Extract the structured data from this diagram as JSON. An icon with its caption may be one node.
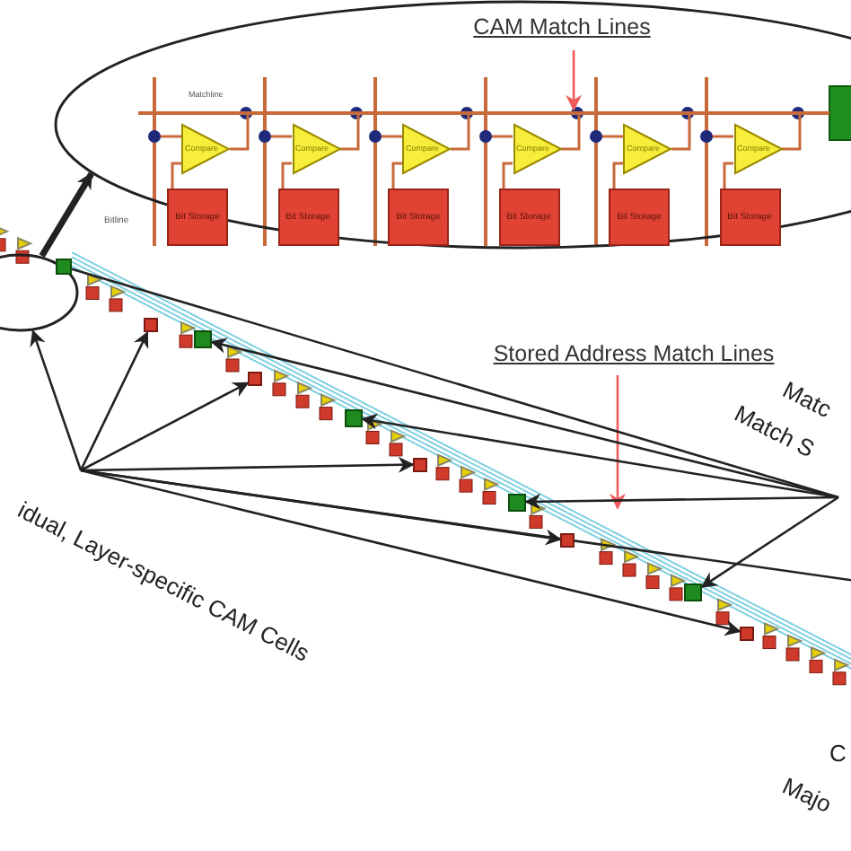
{
  "diagram": {
    "nodes": [
      {
        "text": [],
        "shape": "ellipse"
      },
      {
        "text": [
          "CAM Match Lines"
        ],
        "in": 0
      },
      {
        "text": [
          "Compare"
        ],
        "in": 0
      },
      {
        "text": [
          "Compare"
        ],
        "in": 0
      },
      {
        "text": [
          "Compare"
        ],
        "in": 0
      },
      {
        "text": [
          "Compare"
        ],
        "in": 0
      },
      {
        "text": [
          "Compare"
        ],
        "in": 0
      },
      {
        "text": [
          "Compare"
        ],
        "in": 0
      },
      {
        "text": [
          "Bit Storage"
        ],
        "in": 0
      },
      {
        "text": [
          "Bit Storage"
        ],
        "in": 0
      },
      {
        "text": [
          "Bit Storage"
        ],
        "in": 0
      },
      {
        "text": [
          "Bit Storage"
        ],
        "in": 0
      },
      {
        "text": [
          "Bit Storage"
        ],
        "in": 0
      },
      {
        "text": [
          "Bit Storage"
        ],
        "in": 0
      },
      {
        "text": [],
        "shape": "circle"
      },
      {
        "text": [],
        "shape": "box"
      },
      {
        "text": [
          "Stored Address Match Lines"
        ]
      },
      {
        "text": [
          "Matc",
          "Match S"
        ]
      },
      {
        "text": [],
        "shape": "box"
      },
      {
        "text": [],
        "shape": "box"
      },
      {
        "text": [],
        "shape": "box"
      },
      {
        "text": [],
        "shape": "box"
      },
      {
        "text": [],
        "shape": "box"
      },
      {
        "text": [],
        "shape": "box"
      },
      {
        "text": [],
        "shape": "box"
      },
      {
        "text": [],
        "shape": "box"
      },
      {
        "text": [],
        "shape": "box"
      },
      {
        "text": [
          "idual, Layer-specific CAM Cells"
        ]
      },
      {
        "text": [],
        "shape": "line",
        "in": 0
      }
    ],
    "edges": [
      {
        "from": 14,
        "to": 0,
        "arrow": "to",
        "style": "thick"
      },
      {
        "from": 1,
        "to": 28,
        "arrow": "to",
        "color": "#f05a5a"
      },
      {
        "from": 16,
        "to": null,
        "arrow": "to",
        "color": "#f05a5a"
      },
      {
        "from": 27,
        "to": 14,
        "arrow": "to"
      },
      {
        "from": 27,
        "to": 18,
        "arrow": "to"
      },
      {
        "from": 27,
        "to": 19,
        "arrow": "to"
      },
      {
        "from": 27,
        "to": 20,
        "arrow": "to"
      },
      {
        "from": 27,
        "to": 21,
        "arrow": "to"
      },
      {
        "from": 27,
        "to": 22,
        "arrow": "to"
      },
      {
        "from": 27,
        "to": null,
        "arrow": "none"
      },
      {
        "from": 17,
        "to": 15,
        "arrow": "none"
      },
      {
        "from": 17,
        "to": 23,
        "arrow": "to"
      },
      {
        "from": 17,
        "to": 24,
        "arrow": "to"
      },
      {
        "from": 17,
        "to": 25,
        "arrow": "to"
      },
      {
        "from": 17,
        "to": 26,
        "arrow": "to"
      },
      {
        "from": 8,
        "to": 2,
        "arrow": "none",
        "color": "#c8693a"
      },
      {
        "from": 9,
        "to": 3,
        "arrow": "none",
        "color": "#c8693a"
      },
      {
        "from": 10,
        "to": 4,
        "arrow": "none",
        "color": "#c8693a"
      },
      {
        "from": 11,
        "to": 5,
        "arrow": "none",
        "color": "#c8693a"
      },
      {
        "from": 12,
        "to": 6,
        "arrow": "none",
        "color": "#c8693a"
      },
      {
        "from": 13,
        "to": 7,
        "arrow": "none",
        "color": "#c8693a"
      },
      {
        "from": 2,
        "to": 28,
        "arrow": "none",
        "color": "#c8693a"
      },
      {
        "from": 3,
        "to": 28,
        "arrow": "none",
        "color": "#c8693a"
      },
      {
        "from": 4,
        "to": 28,
        "arrow": "none",
        "color": "#c8693a"
      },
      {
        "from": 5,
        "to": 28,
        "arrow": "none",
        "color": "#c8693a"
      },
      {
        "from": 6,
        "to": 28,
        "arrow": "none",
        "color": "#c8693a"
      },
      {
        "from": 7,
        "to": 28,
        "arrow": "none",
        "color": "#c8693a"
      }
    ],
    "labels": [
      "Matchline",
      "Bitline",
      "C",
      "Majo"
    ]
  }
}
